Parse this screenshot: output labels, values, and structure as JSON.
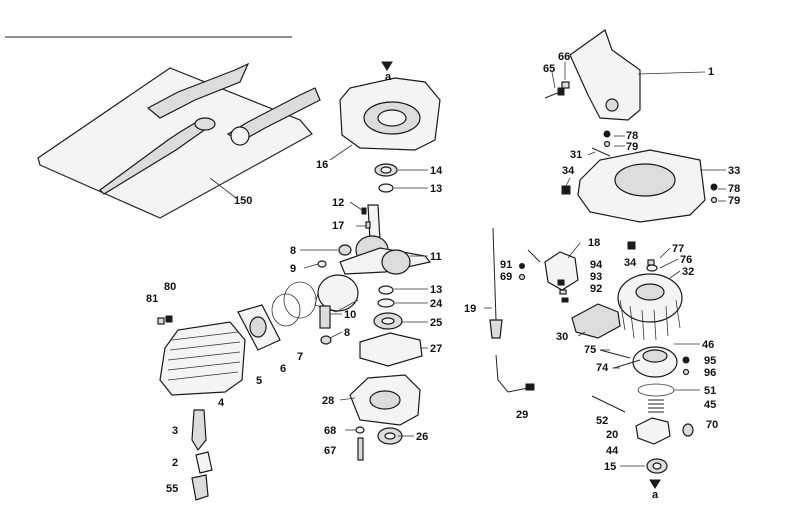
{
  "labels": {
    "l1": "1",
    "l2": "2",
    "l3": "3",
    "l4": "4",
    "l5": "5",
    "l6": "6",
    "l7": "7",
    "l8a": "8",
    "l8b": "8",
    "l9": "9",
    "l10": "10",
    "l11": "11",
    "l12": "12",
    "l13a": "13",
    "l13b": "13",
    "l14": "14",
    "l15": "15",
    "l16": "16",
    "l17": "17",
    "l18": "18",
    "l19": "19",
    "l20": "20",
    "l24": "24",
    "l25": "25",
    "l26": "26",
    "l27": "27",
    "l28": "28",
    "l29": "29",
    "l30": "30",
    "l31": "31",
    "l32": "32",
    "l33": "33",
    "l34a": "34",
    "l34b": "34",
    "l44": "44",
    "l45": "45",
    "l46": "46",
    "l51": "51",
    "l52": "52",
    "l55": "55",
    "l65": "65",
    "l66": "66",
    "l67": "67",
    "l68": "68",
    "l69": "69",
    "l70": "70",
    "l74": "74",
    "l75": "75",
    "l76": "76",
    "l77": "77",
    "l78a": "78",
    "l78b": "78",
    "l79a": "79",
    "l79b": "79",
    "l80": "80",
    "l81": "81",
    "l91": "91",
    "l92": "92",
    "l93": "93",
    "l94": "94",
    "l95": "95",
    "l96": "96",
    "l150": "150",
    "marker_top": "a",
    "marker_bottom": "a"
  }
}
